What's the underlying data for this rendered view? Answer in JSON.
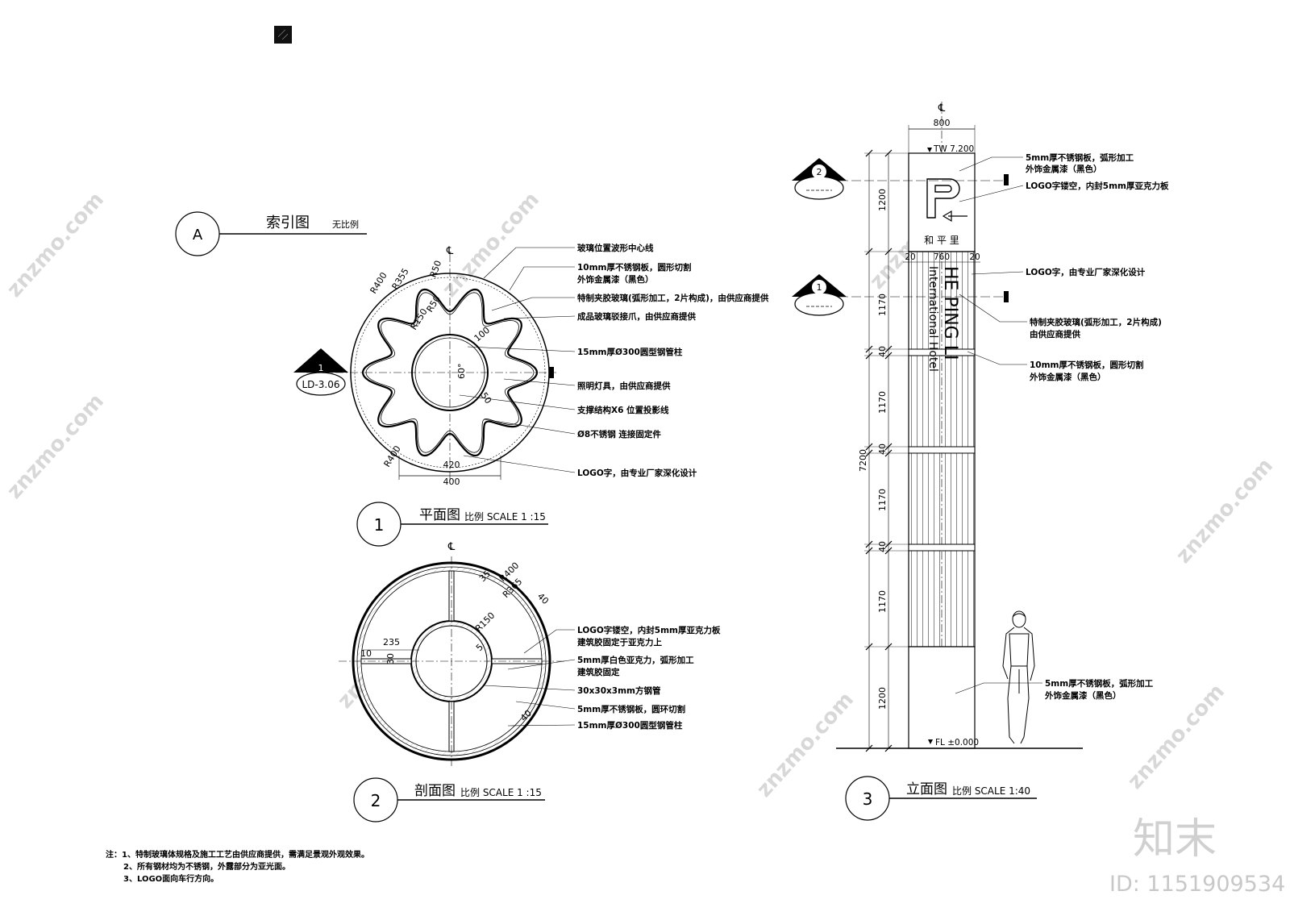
{
  "index": {
    "letter": "A",
    "title": "索引图",
    "scale": "无比例"
  },
  "plan": {
    "number": "1",
    "title": "平面图",
    "scale": "比例 SCALE 1 :15",
    "section_tag": {
      "num": "1",
      "ref": "LD-3.06"
    },
    "centerline": "℄",
    "dims": {
      "r400_top": "R400",
      "r355": "R355",
      "r50_a": "R50",
      "r50_b": "R50",
      "r150": "R150",
      "d100": "100",
      "a60": "60°",
      "d50": "50",
      "r400_bottom": "R400",
      "d420": "420",
      "d400": "400"
    },
    "notes": [
      "玻璃位置波形中心线",
      "10mm厚不锈钢板，圆形切割",
      "外饰金属漆（黑色）",
      "特制夹胶玻璃(弧形加工，2片构成)，由供应商提供",
      "成品玻璃驳接爪，由供应商提供",
      "15mm厚Ø300圆型钢管柱",
      "照明灯具，由供应商提供",
      "支撑结构X6 位置投影线",
      "Ø8不锈钢 连接固定件",
      "LOGO字，由专业厂家深化设计"
    ]
  },
  "section": {
    "number": "2",
    "title": "剖面图",
    "scale": "比例 SCALE 1 :15",
    "centerline": "℄",
    "dims": {
      "r400": "R400",
      "d35": "35",
      "r365": "R365",
      "d40_a": "40",
      "r150": "R150",
      "d5": "5",
      "d235": "235",
      "d10": "10",
      "d30": "30",
      "d40_b": "40"
    },
    "notes": [
      "LOGO字镂空，内封5mm厚亚克力板",
      "建筑胶固定于亚克力上",
      "5mm厚白色亚克力，弧形加工",
      "建筑胶固定",
      "30x30x3mm方钢管",
      "5mm厚不锈钢板，圆环切割",
      "15mm厚Ø300圆型钢管柱"
    ]
  },
  "elevation": {
    "number": "3",
    "title": "立面图",
    "scale": "比例 SCALE 1:40",
    "centerline": "℄",
    "top_dim": "800",
    "tw_level": "TW 7.200",
    "fl_level": "FL ±0.000",
    "sign_chars": "和 平 里",
    "vertical_text_1": "HE PING LI",
    "vertical_text_2": "International Hotel",
    "sub_dims": {
      "left": "20",
      "mid": "760",
      "right": "20"
    },
    "section_tags": [
      {
        "num": "2"
      },
      {
        "num": "1"
      }
    ],
    "left_dims": [
      "1200",
      "1170",
      "40",
      "1170",
      "40",
      "1170",
      "40",
      "1170",
      "1200"
    ],
    "total_height": "7200",
    "notes": [
      "5mm厚不锈钢板，弧形加工",
      "外饰金属漆（黑色）",
      "LOGO字镂空，内封5mm厚亚克力板",
      "LOGO字，由专业厂家深化设计",
      "特制夹胶玻璃(弧形加工，2片构成)",
      "由供应商提供",
      "10mm厚不锈钢板，圆形切割",
      "外饰金属漆（黑色）",
      "5mm厚不锈钢板，弧形加工",
      "外饰金属漆（黑色）"
    ]
  },
  "general_notes": [
    "注：1、特制玻璃体规格及施工工艺由供应商提供，需满足景观外观效果。",
    "2、所有钢材均为不锈钢，外露部分为亚光面。",
    "3、LOGO面向车行方向。"
  ],
  "watermark": {
    "text": "znzmo.com",
    "brand": "知末",
    "id": "ID: 1151909534"
  }
}
